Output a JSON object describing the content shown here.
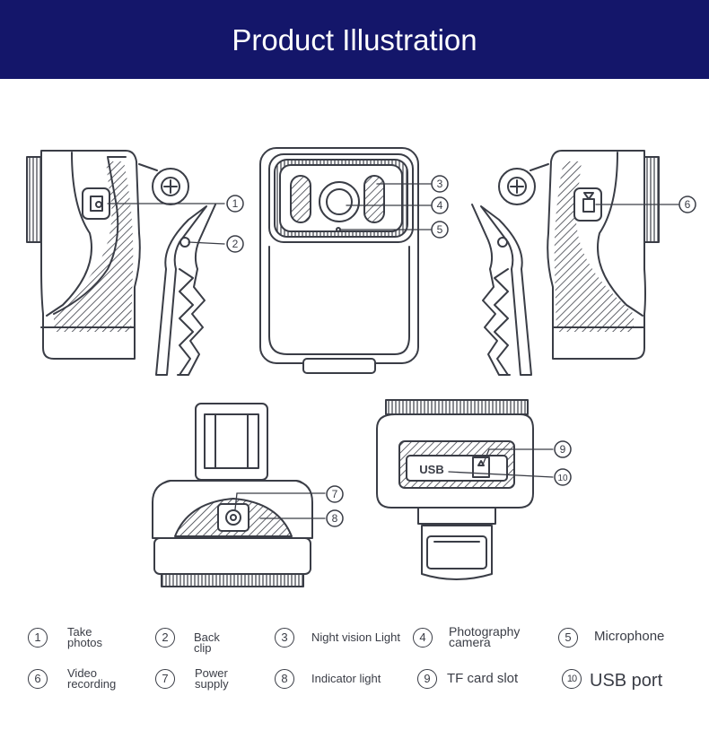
{
  "header": {
    "title": "Product Illustration"
  },
  "callouts": [
    "1",
    "2",
    "3",
    "4",
    "5",
    "6",
    "7",
    "8",
    "9",
    "10"
  ],
  "usb_slot_label": "USB",
  "legend": [
    {
      "num": "1",
      "label_lines": [
        "Take",
        "photos"
      ]
    },
    {
      "num": "2",
      "label_lines": [
        "Back clip"
      ]
    },
    {
      "num": "3",
      "label_lines": [
        "Night vision Light"
      ]
    },
    {
      "num": "4",
      "label_lines": [
        "Photography",
        "camera"
      ]
    },
    {
      "num": "5",
      "label_lines": [
        "Microphone"
      ]
    },
    {
      "num": "6",
      "label_lines": [
        "Video",
        "recording"
      ]
    },
    {
      "num": "7",
      "label_lines": [
        "Power",
        "supply"
      ]
    },
    {
      "num": "8",
      "label_lines": [
        "Indicator light"
      ]
    },
    {
      "num": "9",
      "label_lines": [
        "TF card slot"
      ]
    },
    {
      "num": "10",
      "label_lines": [
        "USB port"
      ]
    }
  ],
  "colors": {
    "banner": "#14166a",
    "line": "#3a3d46",
    "background": "#ffffff"
  }
}
